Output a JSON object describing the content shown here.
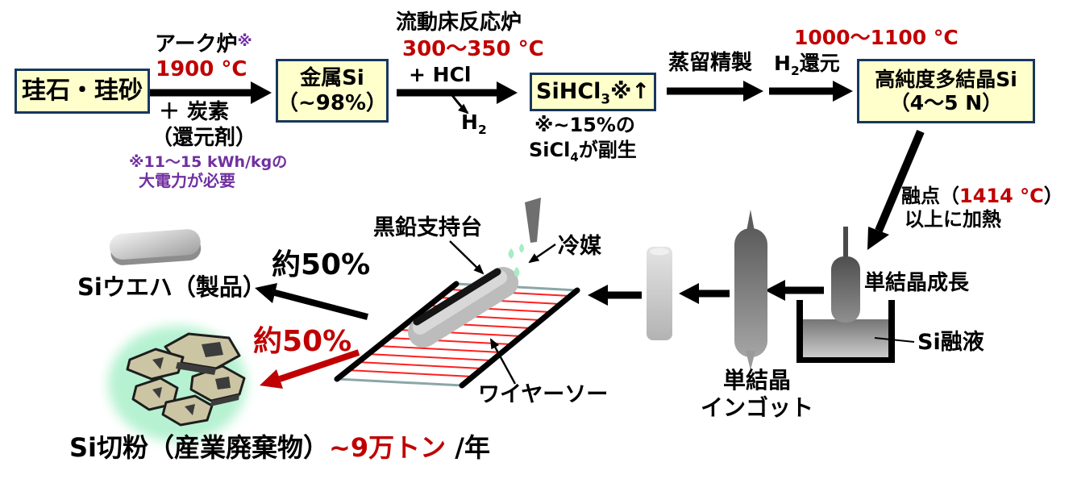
{
  "colors": {
    "accent_red": "#C00000",
    "note_purple": "#7030A0",
    "box_fill": "#FFFFCC",
    "box_border": "#17375E",
    "wire_red": "#FF1F1F",
    "frame_teal": "#8BA6A8",
    "coolant_green": "#A6ECC6",
    "glow_green": "#B6F2D1",
    "chip_tan": "#CBC5A3"
  },
  "flow": {
    "box1": {
      "label": "珪石・珪砂"
    },
    "step1": {
      "furnace": "アーク炉",
      "note_mark": "※",
      "temp": "1900 °C",
      "reagent": "＋ 炭素",
      "reagent_note": "（還元剤）",
      "power_note_line1": "※11～15 kWh/kgの",
      "power_note_line2": "大電力が必要"
    },
    "box2": {
      "line1": "金属Si",
      "line2": "（~98%）"
    },
    "step2": {
      "reactor": "流動床反応炉",
      "temp": "300～350 °C",
      "reagent": "+ HCl",
      "byproduct_base": "H",
      "byproduct_sub": "2"
    },
    "box3": {
      "base": "SiHCl",
      "sub": "3",
      "mark": "※↑"
    },
    "box3_note": {
      "line1": "※~15%の",
      "line2_base": "SiCl",
      "line2_sub": "4",
      "line2_tail": "が副生"
    },
    "step3": {
      "label": "蒸留精製"
    },
    "step4": {
      "temp": "1000～1100 °C",
      "h2_base": "H",
      "h2_sub": "2",
      "h2_tail": "還元"
    },
    "box4": {
      "line1": "高純度多結晶Si",
      "line2": "（4～5 N）"
    },
    "melt_step": {
      "line1_pre": "融点（",
      "line1_temp": "1414 °C",
      "line1_post": "）",
      "line2": "以上に加熱"
    },
    "growth": {
      "label": "単結晶成長",
      "melt_label": "Si融液"
    },
    "ingot": {
      "line1": "単結晶",
      "line2": "インゴット"
    },
    "sawing": {
      "support": "黒鉛支持台",
      "coolant": "冷媒",
      "saw": "ワイヤーソー"
    },
    "outputs": {
      "wafer_label": "Siウエハ（製品）",
      "wafer_share": "約50%",
      "waste_share": "約50%",
      "waste_pre": "Si切粉（産業廃棄物）",
      "waste_amount": "~9万トン",
      "waste_post": " /年"
    }
  }
}
